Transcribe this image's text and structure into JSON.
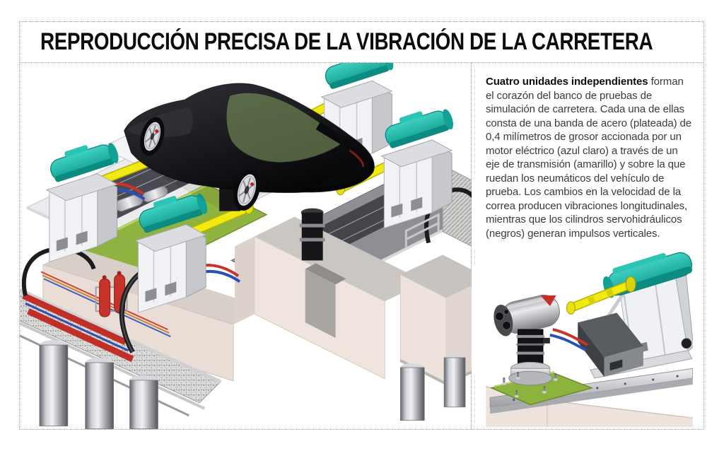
{
  "header": {
    "title": "REPRODUCCIÓN PRECISA DE LA VIBRACIÓN DE LA CARRETERA"
  },
  "description": {
    "lead": "Cuatro unidades independientes",
    "body": " forman el corazón del banco de pruebas de simulación de carretera. Cada una de ellas consta de una banda de acero (plateada) de 0,4 milímetros de grosor accionada por un motor eléctrico (azul claro) a través de un eje de transmisión (amarillo) y sobre la que ruedan los neumáticos del vehículo de prueba. Los cambios en la velocidad de la correa producen vibraciones longitudinales, mientras que los cilindros servohidráulicos (negros) generan impulsos verticales."
  },
  "legend_colors": {
    "steel_band_silver": "#c9ccd1",
    "electric_motor_teal": "#16b2a4",
    "drive_shaft_yellow": "#f0e90e",
    "servo_cylinder_black": "#141417",
    "platform_green": "#8db33f",
    "concrete_base": "#ece2da"
  }
}
